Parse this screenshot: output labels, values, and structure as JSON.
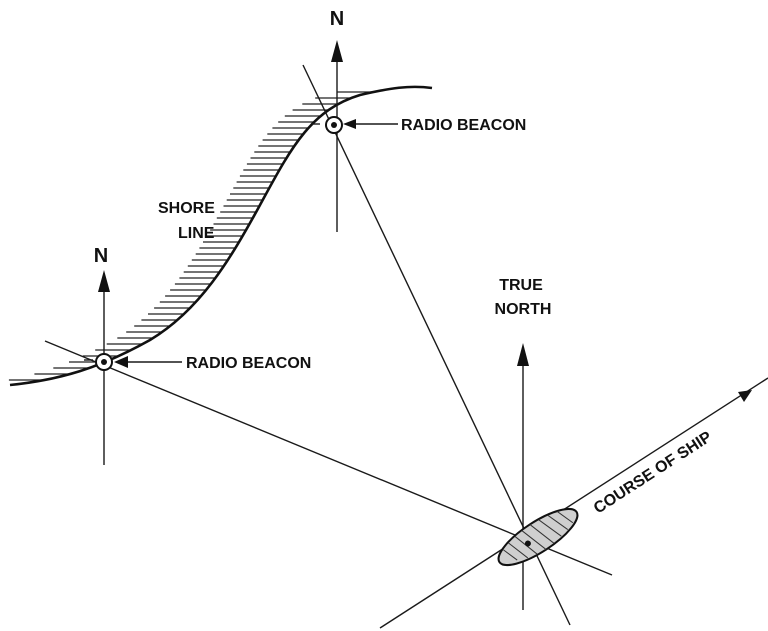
{
  "labels": {
    "north_top": "N",
    "north_left": "N",
    "radio_beacon_top": "RADIO BEACON",
    "radio_beacon_left": "RADIO BEACON",
    "shore_line_1": "SHORE",
    "shore_line_2": "LINE",
    "true_north_1": "TRUE",
    "true_north_2": "NORTH",
    "course_of_ship": "COURSE OF SHIP"
  },
  "colors": {
    "ink": "#111111",
    "background": "#ffffff"
  }
}
